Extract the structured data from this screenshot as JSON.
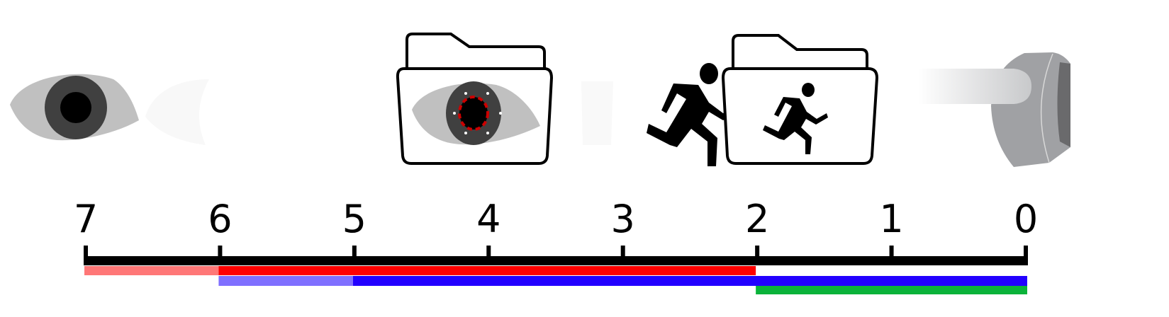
{
  "axis": {
    "ticks": [
      "7",
      "6",
      "5",
      "4",
      "3",
      "2",
      "1",
      "0"
    ],
    "range": [
      7,
      0
    ]
  },
  "bars": [
    {
      "color": "#ff7777",
      "from": 7,
      "to": 6
    },
    {
      "color": "#ff0000",
      "from": 6,
      "to": 2
    },
    {
      "color": "#7f6fff",
      "from": 6,
      "to": 5
    },
    {
      "color": "#2200ff",
      "from": 5,
      "to": 0
    },
    {
      "color": "#0bb33a",
      "from": 2,
      "to": 0
    }
  ],
  "icons": [
    "eye-icon",
    "faded-eyelid-icon",
    "folder-eye-icon",
    "faded-shape-icon",
    "running-person-icon",
    "folder-running-person-icon",
    "gray-device-icon"
  ]
}
